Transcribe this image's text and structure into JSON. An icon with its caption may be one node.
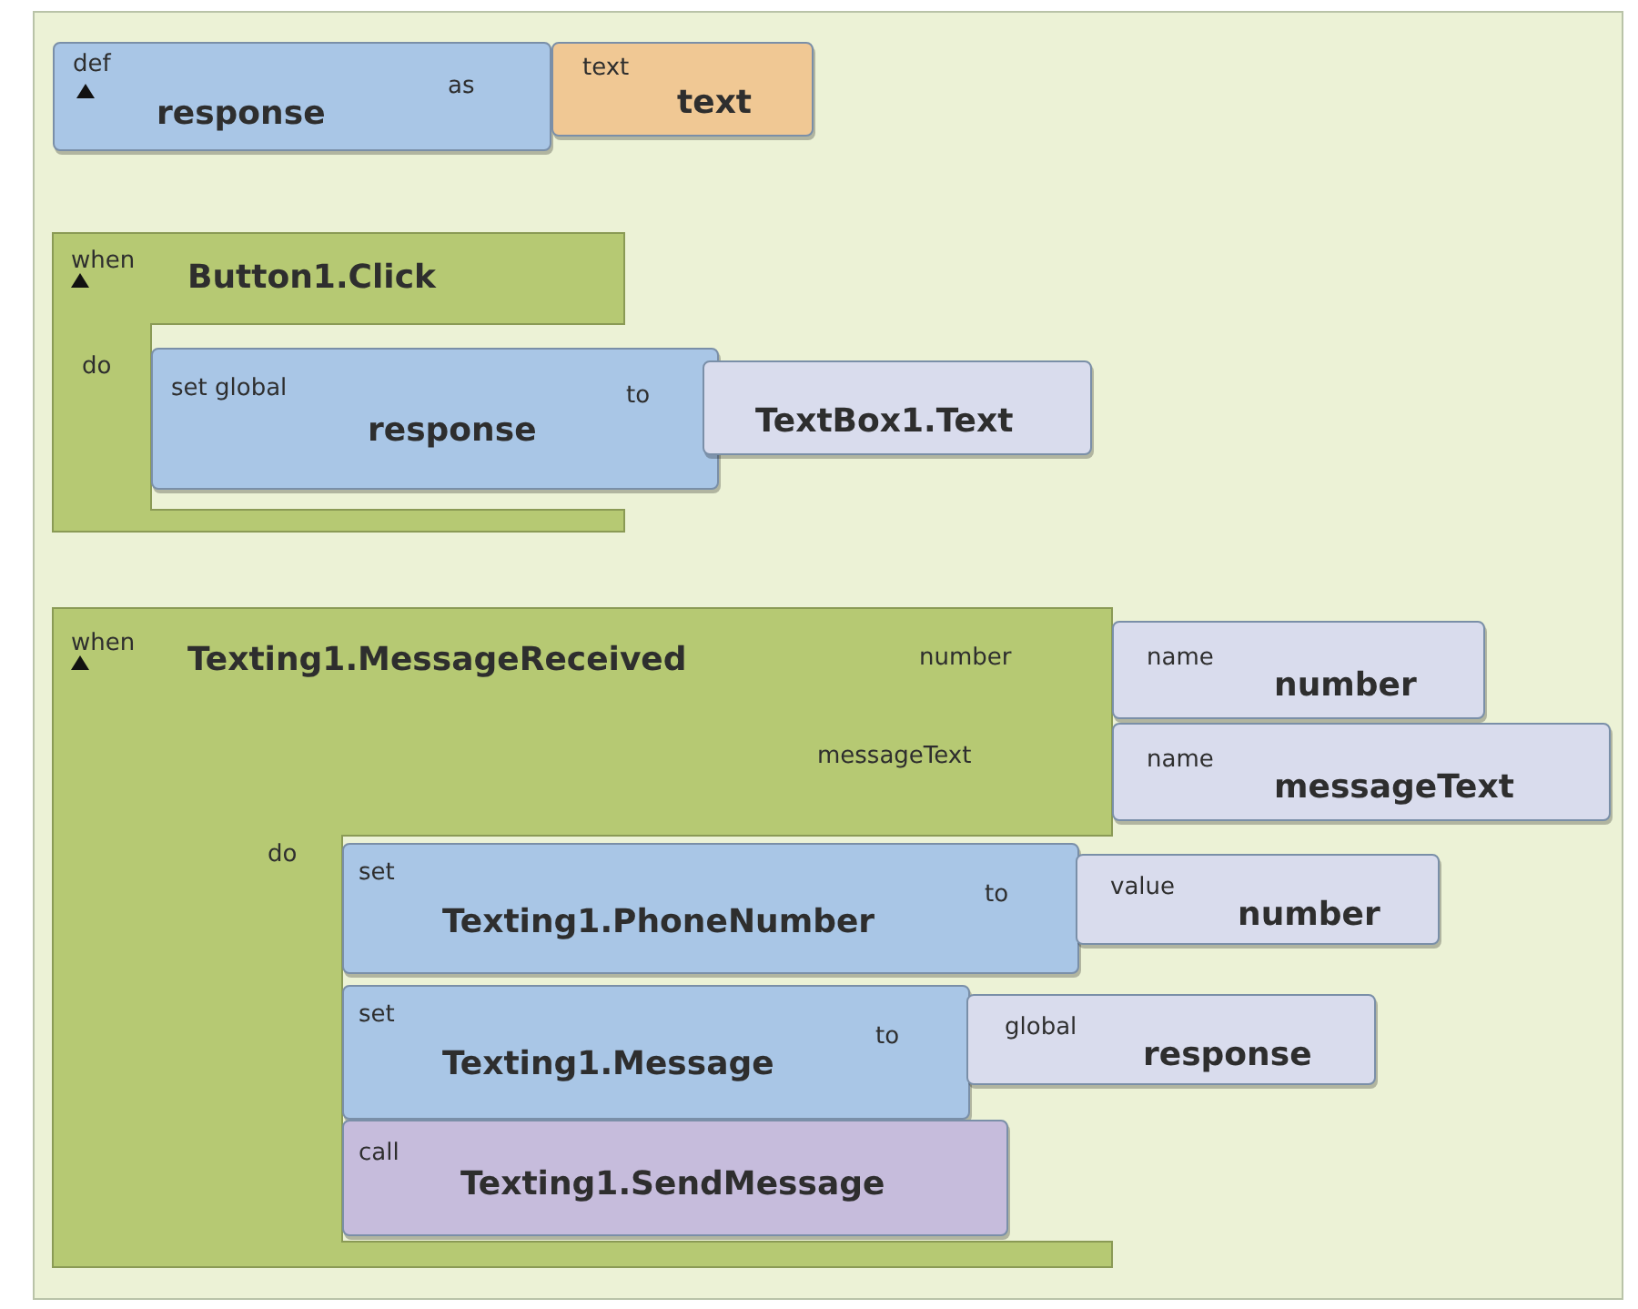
{
  "diagram": {
    "nodes": [
      {
        "text": [
          "def",
          "response",
          "as"
        ]
      },
      {
        "text": [
          "text",
          "text"
        ]
      },
      {
        "text": [
          "when",
          "Button1.Click",
          "do"
        ]
      },
      {
        "text": [
          "set global",
          "response",
          "to"
        ]
      },
      {
        "text": [
          "TextBox1.Text"
        ]
      },
      {
        "text": [
          "when",
          "Texting1.MessageReceived",
          "number",
          "messageText",
          "do"
        ]
      },
      {
        "text": [
          "name",
          "number"
        ]
      },
      {
        "text": [
          "name",
          "messageText"
        ]
      },
      {
        "text": [
          "set",
          "Texting1.PhoneNumber",
          "to"
        ],
        "in": 5
      },
      {
        "text": [
          "value",
          "number"
        ]
      },
      {
        "text": [
          "set",
          "Texting1.Message",
          "to"
        ],
        "in": 5
      },
      {
        "text": [
          "global",
          "response"
        ]
      },
      {
        "text": [
          "call",
          "Texting1.SendMessage"
        ],
        "in": 5
      }
    ]
  }
}
